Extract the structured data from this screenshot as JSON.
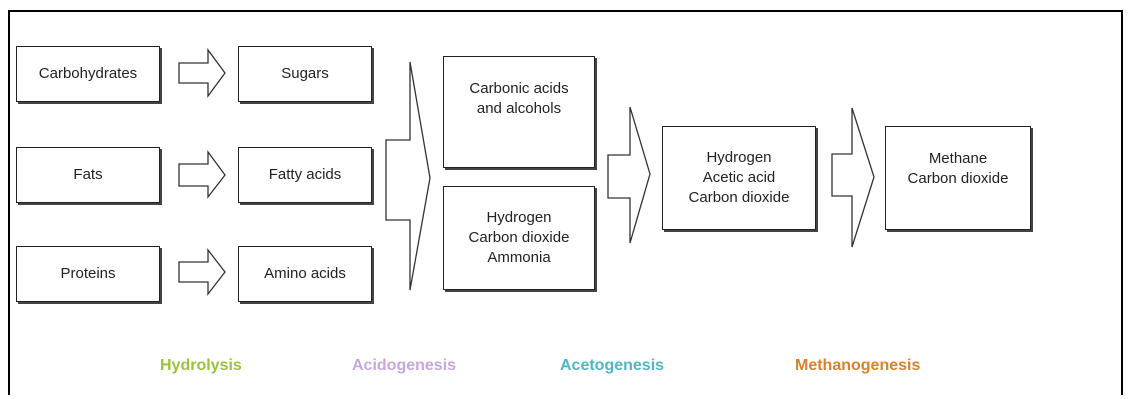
{
  "nodes": {
    "carbohydrates": "Carbohydrates",
    "sugars": "Sugars",
    "fats": "Fats",
    "fatty_acids": "Fatty acids",
    "proteins": "Proteins",
    "amino_acids": "Amino acids",
    "carbonic_acids": [
      "Carbonic acids",
      "and alcohols"
    ],
    "hydrogen_co2_ammonia": [
      "Hydrogen",
      "Carbon dioxide",
      "Ammonia"
    ],
    "hydrogen_acetic_co2": [
      "Hydrogen",
      "Acetic acid",
      "Carbon dioxide"
    ],
    "methane_co2": [
      "Methane",
      "Carbon dioxide"
    ]
  },
  "stages": [
    {
      "label": "Hydrolysis",
      "color": "#9bc33a"
    },
    {
      "label": "Acidogenesis",
      "color": "#c9a6dc"
    },
    {
      "label": "Acetogenesis",
      "color": "#4fb8c3"
    },
    {
      "label": "Methanogenesis",
      "color": "#d9822b"
    }
  ]
}
